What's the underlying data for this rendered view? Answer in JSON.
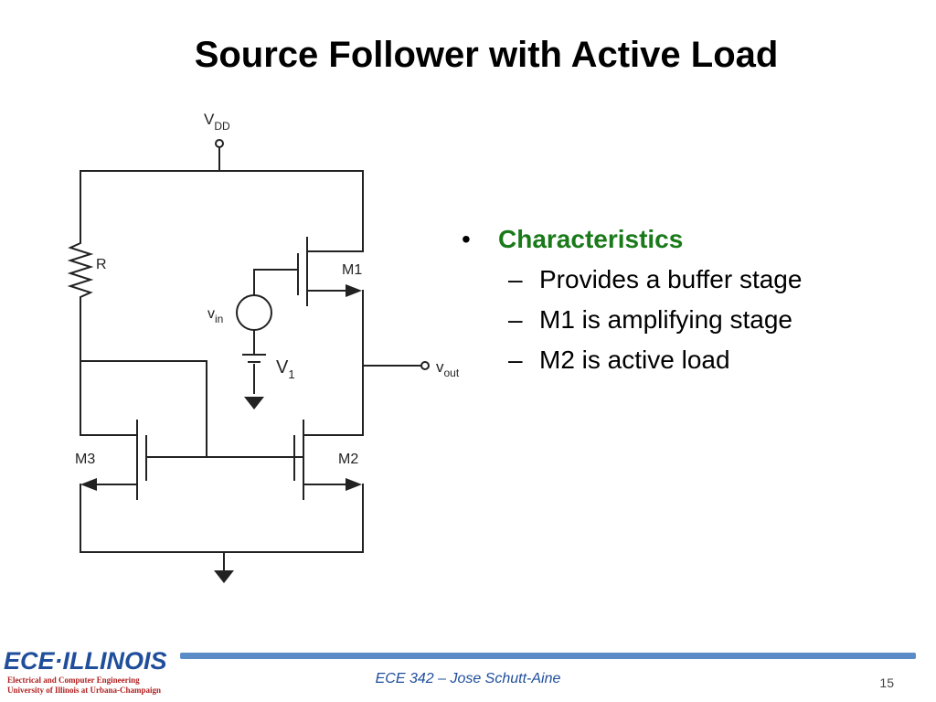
{
  "slide": {
    "title": "Source Follower with Active Load",
    "bullets": {
      "heading": "Characteristics",
      "items": [
        "Provides a buffer stage",
        "M1 is amplifying stage",
        "M2 is active load"
      ]
    },
    "footer": {
      "course": "ECE 342 – Jose Schutt-Aine",
      "page": "15",
      "logo_text": "ECE·ILLINOIS",
      "logo_line1": "Electrical and Computer Engineering",
      "logo_line2": "University of Illinois at Urbana-Champaign"
    }
  },
  "circuit": {
    "labels": {
      "vdd": "V",
      "vdd_sub": "DD",
      "r": "R",
      "m1": "M1",
      "m2": "M2",
      "m3": "M3",
      "vin": "v",
      "vin_sub": "in",
      "v1": "V",
      "v1_sub": "1",
      "vout": "v",
      "vout_sub": "out"
    }
  },
  "colors": {
    "heading_green": "#1a7a1a",
    "brand_blue": "#1f4e9a",
    "footer_bar": "#5b8cc7",
    "logo_red": "#b02020"
  }
}
